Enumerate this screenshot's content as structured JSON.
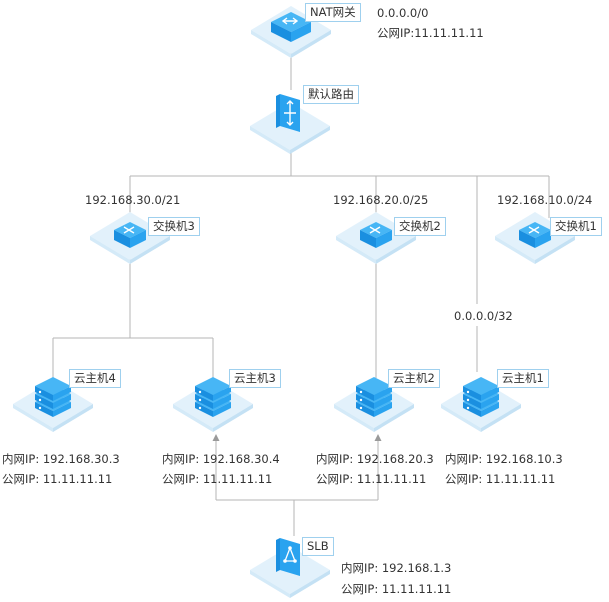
{
  "colors": {
    "line": "#b5b5b5",
    "plate_top": "#e2f1fb",
    "plate_side": "#cde6f6",
    "icon_dark": "#1a8fe0",
    "icon_light": "#47b6f5",
    "icon_face": "#2aa3ef",
    "tag_border": "#9fd0ee"
  },
  "nodes": {
    "nat": {
      "name": "NAT网关",
      "icon": "nat-gateway-icon",
      "cidr": "0.0.0.0/0",
      "public_ip": "公网IP:11.11.11.11"
    },
    "router": {
      "name": "默认路由",
      "icon": "router-icon"
    },
    "switch3": {
      "name": "交换机3",
      "icon": "switch-icon",
      "cidr": "192.168.30.0/21"
    },
    "switch2": {
      "name": "交换机2",
      "icon": "switch-icon",
      "cidr": "192.168.20.0/25"
    },
    "switch1": {
      "name": "交换机1",
      "icon": "switch-icon",
      "cidr": "192.168.10.0/24"
    },
    "route_cidr": "0.0.0.0/32",
    "host4": {
      "name": "云主机4",
      "icon": "server-icon",
      "inner_label": "内网IP:",
      "inner_ip": "192.168.30.3",
      "public_label": "公网IP:",
      "public_ip": "11.11.11.11"
    },
    "host3": {
      "name": "云主机3",
      "icon": "server-icon",
      "inner_label": "内网IP:",
      "inner_ip": "192.168.30.4",
      "public_label": "公网IP:",
      "public_ip": "11.11.11.11"
    },
    "host2": {
      "name": "云主机2",
      "icon": "server-icon",
      "inner_label": "内网IP:",
      "inner_ip": "192.168.20.3",
      "public_label": "公网IP:",
      "public_ip": "11.11.11.11"
    },
    "host1": {
      "name": "云主机1",
      "icon": "server-icon",
      "inner_label": "内网IP:",
      "inner_ip": "192.168.10.3",
      "public_label": "公网IP:",
      "public_ip": "11.11.11.11"
    },
    "slb": {
      "name": "SLB",
      "icon": "load-balancer-icon",
      "inner_label": "内网IP:",
      "inner_ip": "192.168.1.3",
      "public_label": "公网IP:",
      "public_ip": "11.11.11.11"
    }
  }
}
